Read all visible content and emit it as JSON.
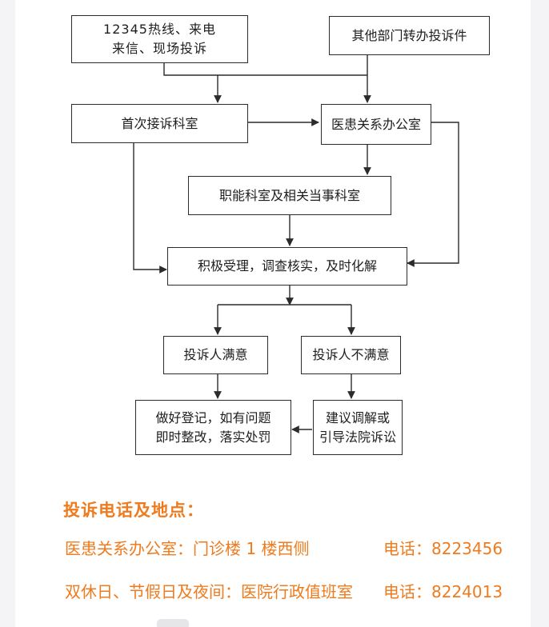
{
  "flowchart": {
    "nodes": {
      "hotline": "12345热线、来电\n来信、现场投诉",
      "transfer": "其他部门转办投诉件",
      "first_office": "首次接诉科室",
      "relations_office": "医患关系办公室",
      "functional": "职能科室及相关当事科室",
      "handle": "积极受理，调查核实，及时化解",
      "satisfied": "投诉人满意",
      "unsatisfied": "投诉人不满意",
      "record": "做好登记，如有问题\n即时整改，落实处罚",
      "mediation": "建议调解或\n引导法院诉讼"
    }
  },
  "contact": {
    "heading": "投诉电话及地点：",
    "rows": [
      {
        "label": "医患关系办公室：门诊楼 1 楼西侧",
        "phone": "电话：8223456"
      },
      {
        "label": "双休日、节假日及夜间：医院行政值班室",
        "phone": "电话：8224013"
      }
    ]
  },
  "colors": {
    "accent": "#ee7b1e",
    "line": "#2b2b2b"
  }
}
